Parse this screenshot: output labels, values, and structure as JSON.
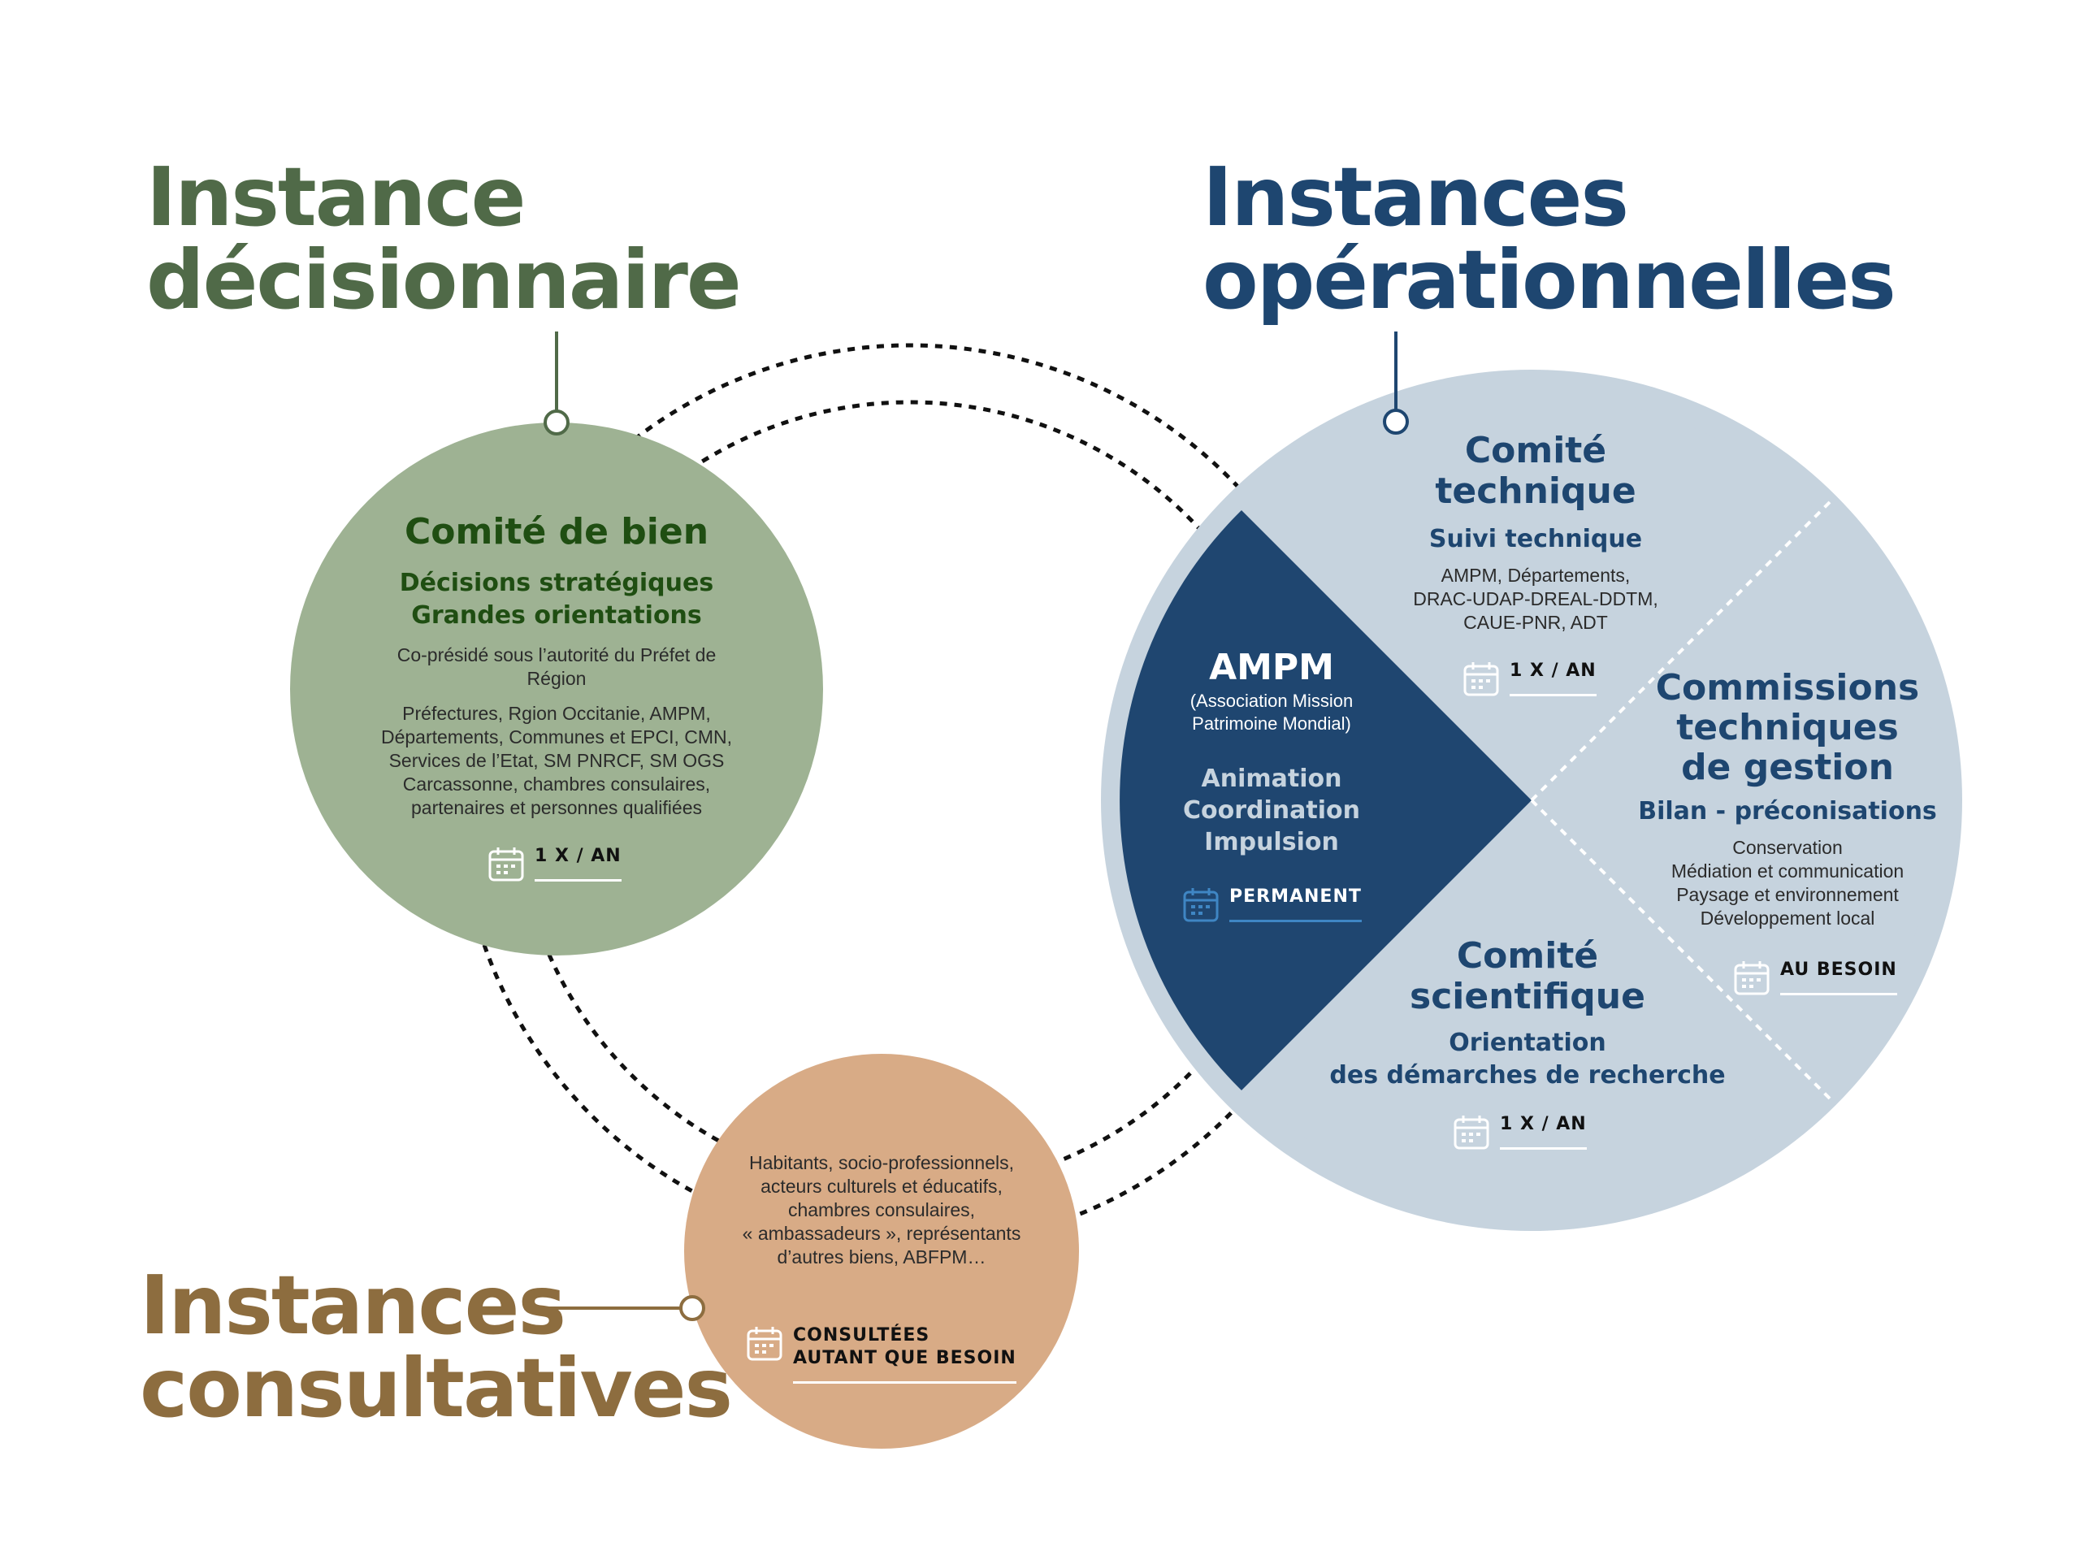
{
  "headings": {
    "decisionnaire": [
      "Instance",
      "décisionnaire"
    ],
    "operationnelles": [
      "Instances",
      "opérationnelles"
    ],
    "consultatives": [
      "Instances",
      "consultatives"
    ]
  },
  "comite_de_bien": {
    "title": "Comité de bien",
    "subtitle": [
      "Décisions stratégiques",
      "Grandes orientations"
    ],
    "presidence": [
      "Co-présidé sous l’autorité du Préfet de",
      "Région"
    ],
    "members": [
      "Préfectures, Rgion Occitanie, AMPM,",
      "Départements, Communes et EPCI, CMN,",
      "Services de l’Etat, SM PNRCF, SM OGS",
      "Carcassonne, chambres consulaires,",
      "partenaires et personnes qualifiées"
    ],
    "frequency": "1 X / AN"
  },
  "ampm": {
    "title": "AMPM",
    "full_name": [
      "(Association Mission",
      "Patrimoine Mondial)"
    ],
    "roles": [
      "Animation",
      "Coordination",
      "Impulsion"
    ],
    "frequency": "PERMANENT"
  },
  "comite_technique": {
    "title": [
      "Comité",
      "technique"
    ],
    "subtitle": "Suivi technique",
    "members": [
      "AMPM, Départements,",
      "DRAC-UDAP-DREAL-DDTM,",
      "CAUE-PNR, ADT"
    ],
    "frequency": "1 X / AN"
  },
  "commissions": {
    "title": [
      "Commissions",
      "techniques",
      "de gestion"
    ],
    "subtitle": "Bilan - préconisations",
    "themes": [
      "Conservation",
      "Médiation et communication",
      "Paysage et environnement",
      "Développement local"
    ],
    "frequency": "AU BESOIN"
  },
  "comite_scientifique": {
    "title": [
      "Comité",
      "scientifique"
    ],
    "subtitle": [
      "Orientation",
      "des démarches de recherche"
    ],
    "frequency": "1 X / AN"
  },
  "consultatives": {
    "members": [
      "Habitants, socio-professionnels,",
      "acteurs culturels et éducatifs,",
      "chambres consulaires,",
      "« ambassadeurs », représentants",
      "d’autres biens, ABFPM…"
    ],
    "frequency": [
      "CONSULTÉES",
      "AUTANT QUE BESOIN"
    ]
  },
  "colors": {
    "green_heading": "#506a48",
    "green_circle": "#9eb293",
    "green_dark_text": "#1f4e12",
    "blue_heading": "#1e4670",
    "blue_light_circle": "#c6d3de",
    "blue_dark_wedge": "#1f4670",
    "orange_heading": "#8d6d3f",
    "orange_circle": "#d8ab86"
  }
}
